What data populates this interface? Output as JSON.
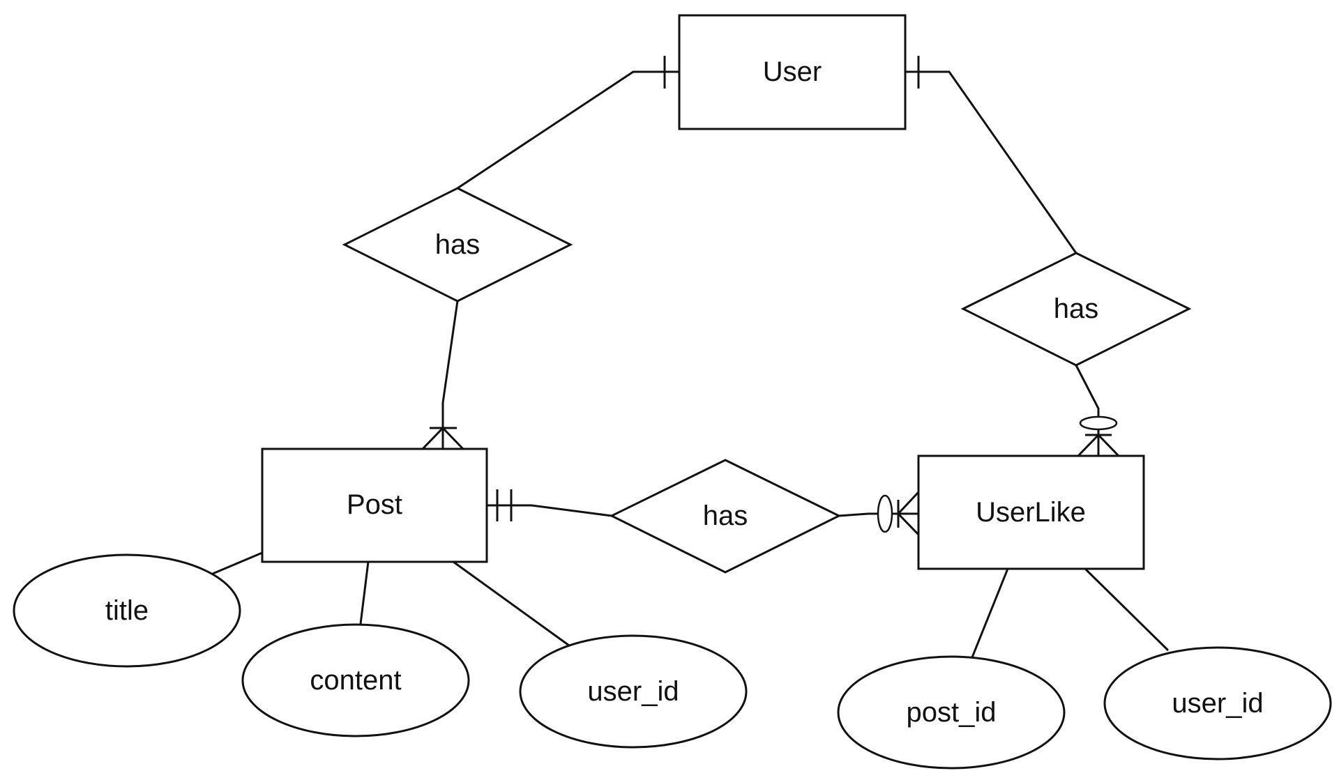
{
  "entities": {
    "user": "User",
    "post": "Post",
    "userlike": "UserLike"
  },
  "relationships": {
    "user_post": "has",
    "user_userlike": "has",
    "post_userlike": "has"
  },
  "attributes": {
    "post_title": "title",
    "post_content": "content",
    "post_user_id": "user_id",
    "userlike_post_id": "post_id",
    "userlike_user_id": "user_id"
  }
}
